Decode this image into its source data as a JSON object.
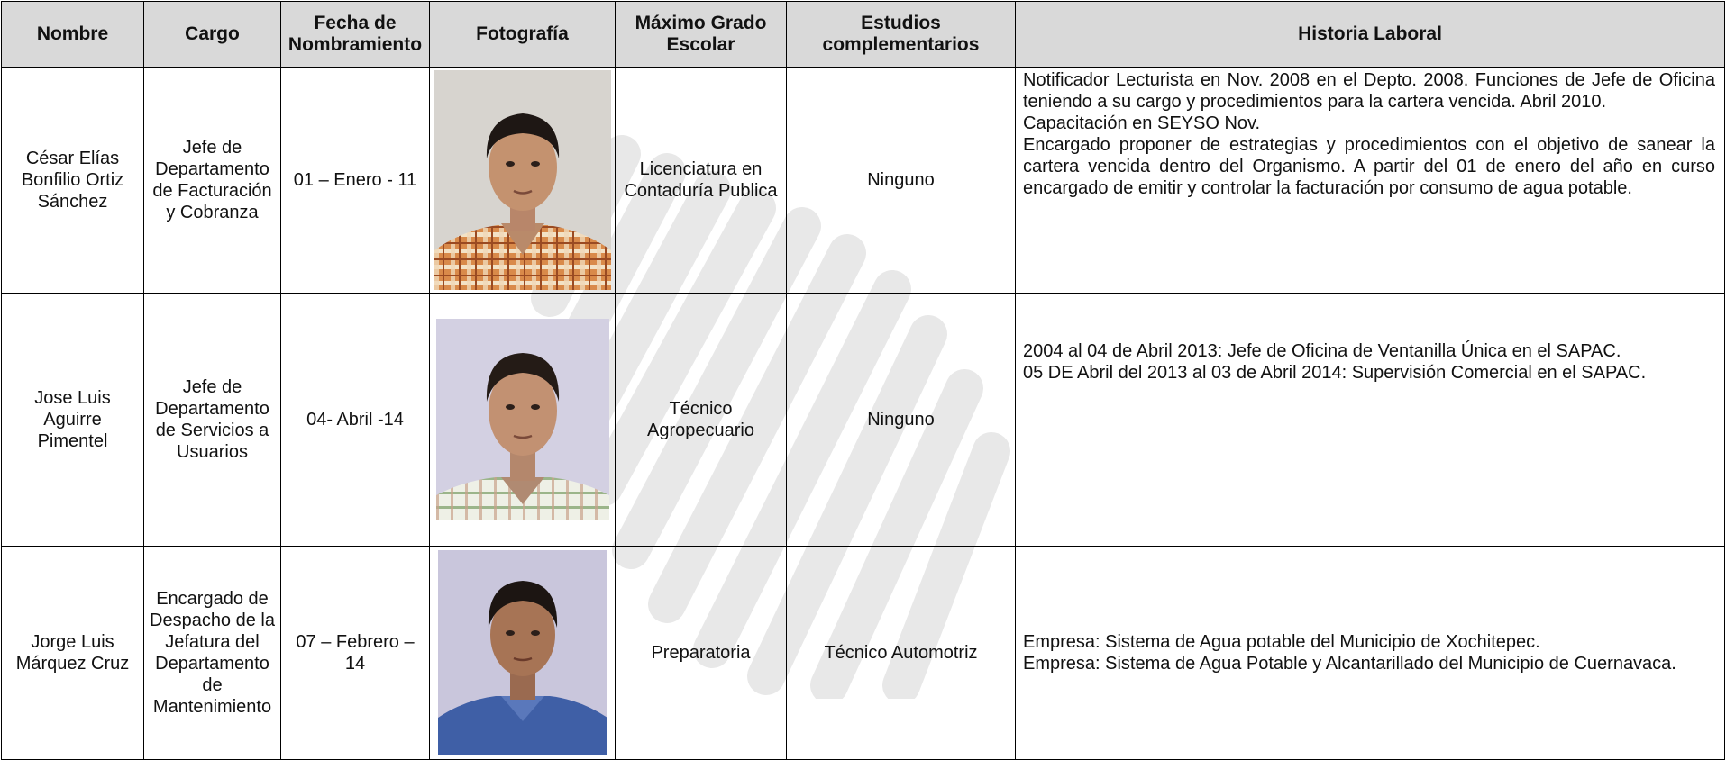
{
  "headers": {
    "nombre": "Nombre",
    "cargo": "Cargo",
    "fecha": "Fecha de Nombramiento",
    "fotografia": "Fotografía",
    "grado": "Máximo Grado Escolar",
    "estudios": "Estudios complementarios",
    "historia": "Historia Laboral"
  },
  "rows": [
    {
      "nombre": "César Elías Bonfilio Ortiz Sánchez",
      "cargo": "Jefe de Departamento de Facturación y Cobranza",
      "fecha": "01 – Enero - 11",
      "grado": "Licenciatura en Contaduría Publica",
      "estudios": "Ninguno",
      "historia": [
        "Notificador Lecturista en Nov. 2008 en el Depto. 2008. Funciones de Jefe de Oficina teniendo a su cargo y procedimientos para la cartera vencida. Abril 2010.",
        "Capacitación en SEYSO Nov.",
        "Encargado proponer de estrategias y procedimientos con el objetivo de sanear la cartera vencida dentro del Organismo. A partir del 01 de enero del año en curso encargado de emitir y controlar la facturación por consumo de agua potable."
      ]
    },
    {
      "nombre": "Jose Luis Aguirre Pimentel",
      "cargo": "Jefe de Departamento de Servicios a Usuarios",
      "fecha": "04- Abril -14",
      "grado": "Técnico Agropecuario",
      "estudios": "Ninguno",
      "historia": [
        "2004 al 04 de Abril 2013: Jefe de Oficina de Ventanilla Única en el SAPAC.",
        "05 DE Abril del 2013 al 03 de Abril 2014: Supervisión Comercial en el SAPAC."
      ]
    },
    {
      "nombre": "Jorge Luis Márquez Cruz",
      "cargo": "Encargado de Despacho de la Jefatura del Departamento de Mantenimiento",
      "fecha": "07 – Febrero – 14",
      "grado": "Preparatoria",
      "estudios": "Técnico Automotriz",
      "historia": [
        "Empresa: Sistema de Agua potable del Municipio de Xochitepec.",
        "Empresa: Sistema de Agua Potable y Alcantarillado del Municipio de Cuernavaca."
      ]
    }
  ],
  "colors": {
    "header_bg": "#d9d9d9",
    "border": "#000000",
    "watermark": "#e6e6e6"
  }
}
